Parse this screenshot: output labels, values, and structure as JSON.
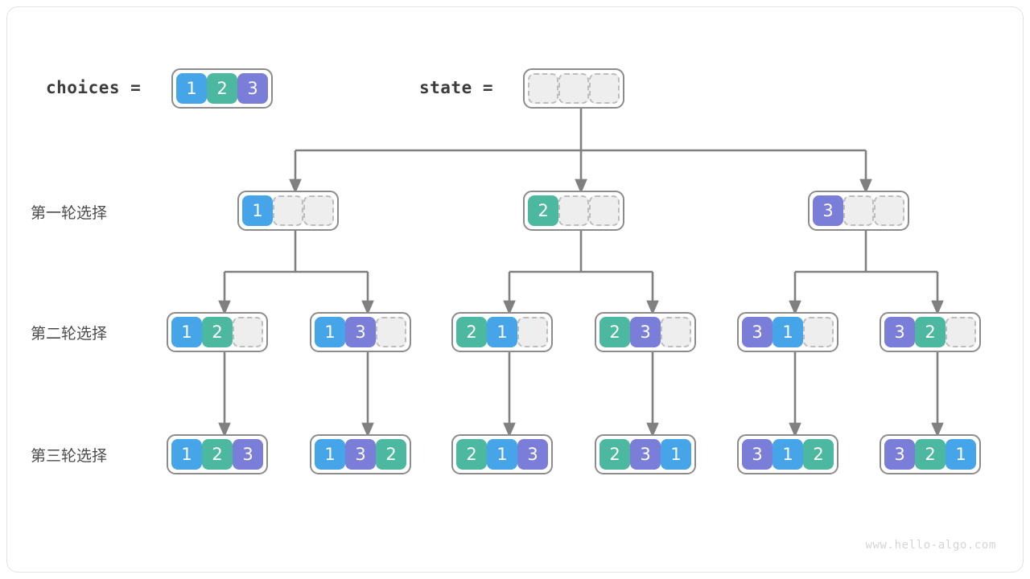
{
  "header": {
    "choices_label": "choices =",
    "choices_cells": [
      {
        "value": "1",
        "state": "filled",
        "color": "#45a5e8"
      },
      {
        "value": "2",
        "state": "filled",
        "color": "#4cb8a0"
      },
      {
        "value": "3",
        "state": "filled",
        "color": "#7a7ed8"
      }
    ],
    "state_label": "state =",
    "state_cells": [
      {
        "value": "",
        "state": "empty"
      },
      {
        "value": "",
        "state": "empty"
      },
      {
        "value": "",
        "state": "empty"
      }
    ]
  },
  "rows": [
    {
      "label": "第一轮选择"
    },
    {
      "label": "第二轮选择"
    },
    {
      "label": "第三轮选择"
    }
  ],
  "level1": [
    {
      "cells": [
        {
          "value": "1",
          "state": "filled"
        },
        {
          "value": "",
          "state": "empty"
        },
        {
          "value": "",
          "state": "empty"
        }
      ]
    },
    {
      "cells": [
        {
          "value": "2",
          "state": "filled"
        },
        {
          "value": "",
          "state": "empty"
        },
        {
          "value": "",
          "state": "empty"
        }
      ]
    },
    {
      "cells": [
        {
          "value": "3",
          "state": "filled"
        },
        {
          "value": "",
          "state": "empty"
        },
        {
          "value": "",
          "state": "empty"
        }
      ]
    }
  ],
  "level2": [
    {
      "cells": [
        {
          "value": "1",
          "state": "filled"
        },
        {
          "value": "2",
          "state": "filled"
        },
        {
          "value": "",
          "state": "empty"
        }
      ]
    },
    {
      "cells": [
        {
          "value": "1",
          "state": "filled"
        },
        {
          "value": "3",
          "state": "filled"
        },
        {
          "value": "",
          "state": "empty"
        }
      ]
    },
    {
      "cells": [
        {
          "value": "2",
          "state": "filled"
        },
        {
          "value": "1",
          "state": "filled"
        },
        {
          "value": "",
          "state": "empty"
        }
      ]
    },
    {
      "cells": [
        {
          "value": "2",
          "state": "filled"
        },
        {
          "value": "3",
          "state": "filled"
        },
        {
          "value": "",
          "state": "empty"
        }
      ]
    },
    {
      "cells": [
        {
          "value": "3",
          "state": "filled"
        },
        {
          "value": "1",
          "state": "filled"
        },
        {
          "value": "",
          "state": "empty"
        }
      ]
    },
    {
      "cells": [
        {
          "value": "3",
          "state": "filled"
        },
        {
          "value": "2",
          "state": "filled"
        },
        {
          "value": "",
          "state": "empty"
        }
      ]
    }
  ],
  "level3": [
    {
      "cells": [
        {
          "value": "1",
          "state": "filled"
        },
        {
          "value": "2",
          "state": "filled"
        },
        {
          "value": "3",
          "state": "filled"
        }
      ]
    },
    {
      "cells": [
        {
          "value": "1",
          "state": "filled"
        },
        {
          "value": "3",
          "state": "filled"
        },
        {
          "value": "2",
          "state": "filled"
        }
      ]
    },
    {
      "cells": [
        {
          "value": "2",
          "state": "filled"
        },
        {
          "value": "1",
          "state": "filled"
        },
        {
          "value": "3",
          "state": "filled"
        }
      ]
    },
    {
      "cells": [
        {
          "value": "2",
          "state": "filled"
        },
        {
          "value": "3",
          "state": "filled"
        },
        {
          "value": "1",
          "state": "filled"
        }
      ]
    },
    {
      "cells": [
        {
          "value": "3",
          "state": "filled"
        },
        {
          "value": "1",
          "state": "filled"
        },
        {
          "value": "2",
          "state": "filled"
        }
      ]
    },
    {
      "cells": [
        {
          "value": "3",
          "state": "filled"
        },
        {
          "value": "2",
          "state": "filled"
        },
        {
          "value": "1",
          "state": "filled"
        }
      ]
    }
  ],
  "watermark": "www.hello-algo.com",
  "colors": {
    "value_1": "#45a5e8",
    "value_2": "#4cb8a0",
    "value_3": "#7a7ed8",
    "empty_cell": "#eeeeee",
    "box_border": "#8c8c8c",
    "connector": "#808080",
    "text": "#3c3c3c"
  }
}
